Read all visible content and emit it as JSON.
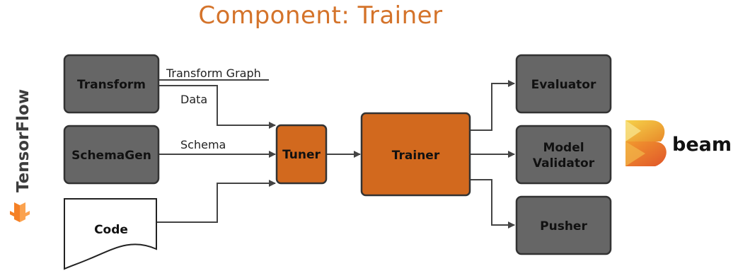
{
  "title": "Component: Trainer",
  "nodes": {
    "transform": "Transform",
    "schemagen": "SchemaGen",
    "code": "Code",
    "tuner": "Tuner",
    "trainer": "Trainer",
    "evaluator": "Evaluator",
    "model_validator_line1": "Model",
    "model_validator_line2": "Validator",
    "pusher": "Pusher"
  },
  "edge_labels": {
    "transform_graph": "Transform Graph",
    "data": "Data",
    "schema": "Schema"
  },
  "logos": {
    "tensorflow": "TensorFlow",
    "beam": "beam"
  },
  "colors": {
    "title": "#D4732A",
    "orange_box": "#D2691E",
    "gray_box": "#666666",
    "tensorflow": "#F58025"
  }
}
